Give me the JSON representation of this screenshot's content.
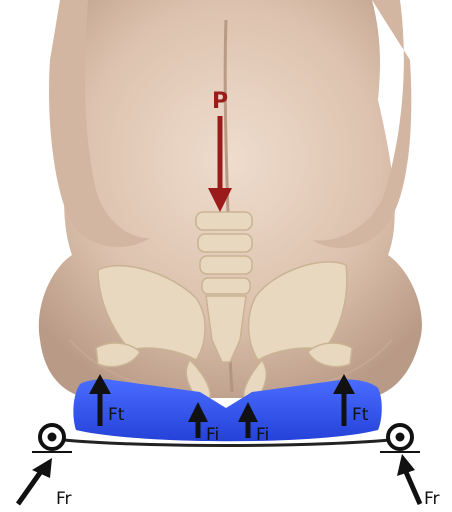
{
  "labels": {
    "load": "P",
    "tissue_left": "Ft",
    "tissue_right": "Ft",
    "ischial_left": "Fi",
    "ischial_right": "Fi",
    "reaction_left": "Fr",
    "reaction_right": "Fr"
  },
  "colors": {
    "load_arrow": "#9b1b1b",
    "force_arrows": "#111111",
    "cushion": "#3a5cf0",
    "skin": "#dcc2ae",
    "bone": "#e8d8bf",
    "roller": "#111111"
  },
  "icons": {
    "load_arrow": "arrow-down-icon",
    "force_arrow": "arrow-up-icon",
    "reaction_arrow": "diagonal-arrow-icon",
    "support": "roller-support-icon"
  }
}
